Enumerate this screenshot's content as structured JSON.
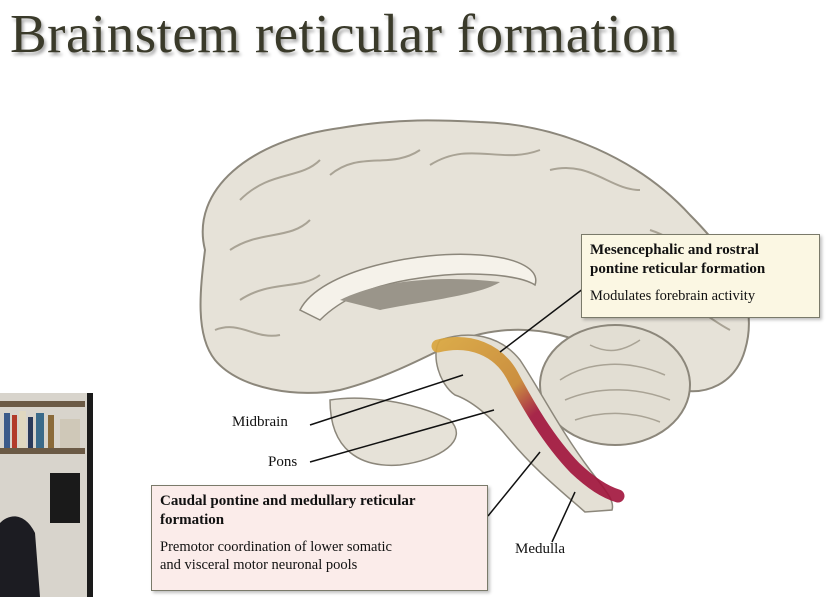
{
  "title": "Brainstem reticular formation",
  "labels": {
    "midbrain": "Midbrain",
    "pons": "Pons",
    "medulla": "Medulla"
  },
  "callouts": {
    "rostral": {
      "heading_line1": "Mesencephalic and rostral",
      "heading_line2": "pontine reticular formation",
      "body": "Modulates forebrain activity"
    },
    "caudal": {
      "heading_line1": "Caudal pontine and medullary reticular",
      "heading_line2": "formation",
      "body_line1": "Premotor coordination of lower somatic",
      "body_line2": "and visceral motor neuronal pools"
    }
  },
  "colors": {
    "rostral_rf": "#d9a43a",
    "caudal_rf": "#a0123a",
    "rostral_box": "#fbf7e3",
    "caudal_box": "#fbecea"
  }
}
